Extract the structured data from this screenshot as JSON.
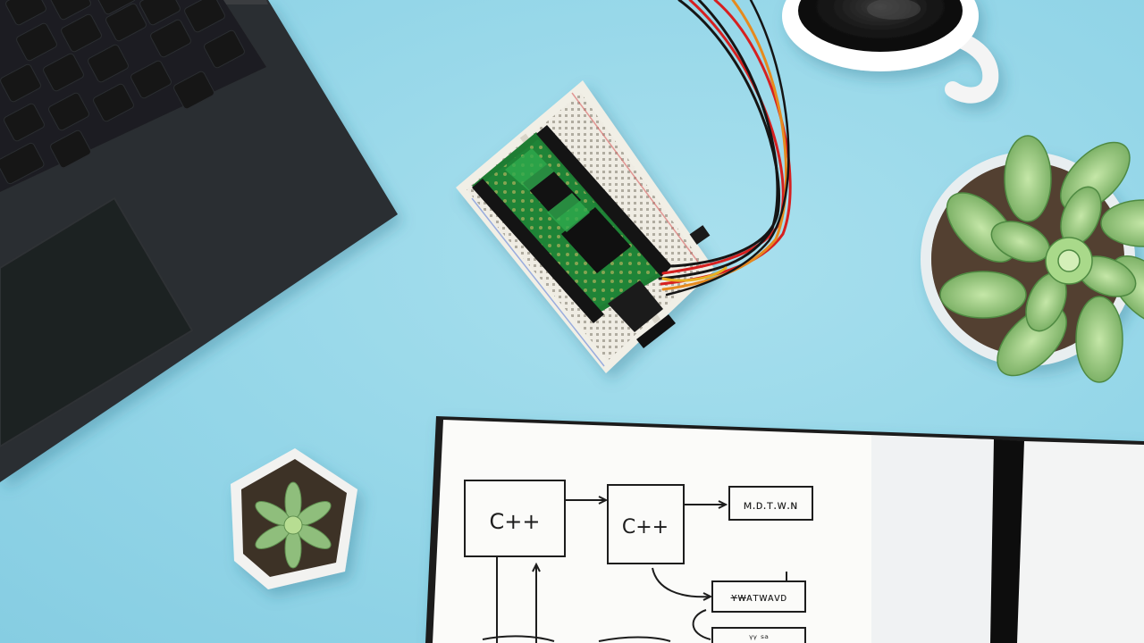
{
  "scene": {
    "background_color": "#94d6e8",
    "objects": [
      "laptop",
      "breadboard-with-microcontroller",
      "coffee-cup",
      "succulent-large",
      "succulent-small",
      "notebook-with-diagram"
    ]
  },
  "notebook": {
    "box1_label": "C++",
    "box2_label": "C++",
    "box3_label": "ᴍ.ᴅ.ᴛ.ᴡ.ɴ",
    "box4_label": "ʏ̶ᴡ̶ᴀᴛᴡᴀᴠᴅ",
    "box5_label": "ᵞᵞ ˢᵃ"
  },
  "colors": {
    "laptop": "#2a2c2f",
    "pcb": "#1f8a3a",
    "breadboard": "#f1efe6",
    "wire_red": "#d62020",
    "wire_black": "#151515",
    "wire_orange": "#e68a1e",
    "plant": "#8fbf7a",
    "cup": "#ffffff"
  }
}
